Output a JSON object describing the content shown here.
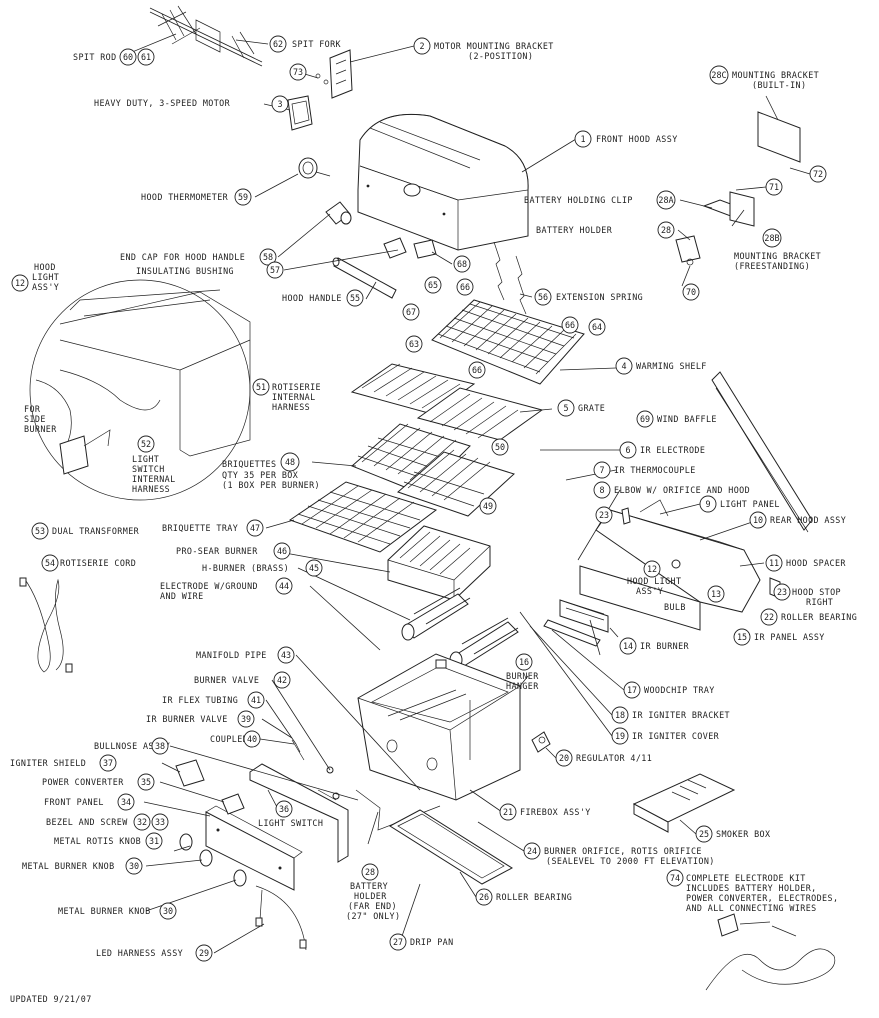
{
  "footer": {
    "updated": "UPDATED  9/21/07"
  },
  "callouts": [
    {
      "id": "spit-rod",
      "num": "60",
      "num2": "61",
      "label": "SPIT ROD"
    },
    {
      "id": "spit-fork",
      "num": "62",
      "label": "SPIT FORK"
    },
    {
      "id": "motor-mounting-bracket",
      "num": "2",
      "label": "MOTOR MOUNTING BRACKET",
      "label2": "(2-POSITION)"
    },
    {
      "id": "part-73",
      "num": "73"
    },
    {
      "id": "heavy-duty-motor",
      "num": "3",
      "label": "HEAVY DUTY, 3-SPEED MOTOR"
    },
    {
      "id": "front-hood-assy",
      "num": "1",
      "label": "FRONT HOOD ASSY"
    },
    {
      "id": "mounting-bracket-built-in",
      "num": "28C",
      "label": "MOUNTING BRACKET",
      "label2": "(BUILT-IN)"
    },
    {
      "id": "part-72",
      "num": "72"
    },
    {
      "id": "part-71",
      "num": "71"
    },
    {
      "id": "hood-thermometer",
      "num": "59",
      "label": "HOOD THERMOMETER"
    },
    {
      "id": "battery-holding-clip",
      "num": "28A",
      "label": "BATTERY HOLDING CLIP"
    },
    {
      "id": "battery-holder",
      "num": "28",
      "label": "BATTERY HOLDER"
    },
    {
      "id": "mounting-bracket-freestanding",
      "num": "28B",
      "label": "MOUNTING BRACKET",
      "label2": "(FREESTANDING)"
    },
    {
      "id": "part-70",
      "num": "70"
    },
    {
      "id": "end-cap-hood-handle",
      "num": "58",
      "label": "END CAP FOR HOOD HANDLE"
    },
    {
      "id": "part-68",
      "num": "68"
    },
    {
      "id": "insulating-bushing",
      "num": "57",
      "label": "INSULATING BUSHING"
    },
    {
      "id": "hood-light-assy",
      "num": "12",
      "label": "HOOD",
      "label2": "LIGHT",
      "label3": "ASS'Y"
    },
    {
      "id": "hood-handle",
      "num": "55",
      "label": "HOOD HANDLE"
    },
    {
      "id": "part-65",
      "num": "65"
    },
    {
      "id": "part-66a",
      "num": "66"
    },
    {
      "id": "extension-spring",
      "num": "56",
      "label": "EXTENSION SPRING"
    },
    {
      "id": "part-67",
      "num": "67"
    },
    {
      "id": "part-66b",
      "num": "66"
    },
    {
      "id": "part-64",
      "num": "64"
    },
    {
      "id": "part-63",
      "num": "63"
    },
    {
      "id": "part-66c",
      "num": "66"
    },
    {
      "id": "warming-shelf",
      "num": "4",
      "label": "WARMING SHELF"
    },
    {
      "id": "rotisserie-internal-harness",
      "num": "51",
      "label": "ROTISERIE",
      "label2": "INTERNAL",
      "label3": "HARNESS"
    },
    {
      "id": "wind-baffle",
      "num": "69",
      "label": "WIND BAFFLE"
    },
    {
      "id": "grate",
      "num": "5",
      "label": "GRATE"
    },
    {
      "id": "for-side-burner",
      "label": "FOR",
      "label2": "SIDE",
      "label3": "BURNER"
    },
    {
      "id": "light-switch-internal-harness",
      "num": "52",
      "label": "LIGHT",
      "label2": "SWITCH",
      "label3": "INTERNAL",
      "label4": "HARNESS"
    },
    {
      "id": "part-50",
      "num": "50"
    },
    {
      "id": "ir-electrode",
      "num": "6",
      "label": "IR ELECTRODE"
    },
    {
      "id": "briquettes",
      "num": "48",
      "label": "BRIQUETTES",
      "label2": "QTY 35 PER BOX",
      "label3": "(1 BOX PER BURNER)"
    },
    {
      "id": "ir-thermocouple",
      "num": "7",
      "label": "IR THERMOCOUPLE"
    },
    {
      "id": "elbow-orifice-hood",
      "num": "8",
      "label": "ELBOW W/ ORIFICE AND HOOD"
    },
    {
      "id": "part-49",
      "num": "49"
    },
    {
      "id": "light-panel",
      "num": "9",
      "label": "LIGHT PANEL"
    },
    {
      "id": "part-23a",
      "num": "23"
    },
    {
      "id": "dual-transformer",
      "num": "53",
      "label": "DUAL TRANSFORMER"
    },
    {
      "id": "briquette-tray",
      "num": "47",
      "label": "BRIQUETTE TRAY"
    },
    {
      "id": "rear-hood-assy",
      "num": "10",
      "label": "REAR HOOD ASSY"
    },
    {
      "id": "pro-sear-burner",
      "num": "46",
      "label": "PRO-SEAR BURNER"
    },
    {
      "id": "rotisserie-cord",
      "num": "54",
      "label": "ROTISERIE CORD"
    },
    {
      "id": "hood-spacer",
      "num": "11",
      "label": "HOOD SPACER"
    },
    {
      "id": "h-burner-brass",
      "num": "45",
      "label": "H-BURNER (BRASS)"
    },
    {
      "id": "hood-light-assy-2",
      "num": "12",
      "label": "HOOD LIGHT",
      "label2": "ASS'Y"
    },
    {
      "id": "hood-stop-right",
      "num": "23",
      "label": "HOOD STOP",
      "label2": "RIGHT"
    },
    {
      "id": "electrode-ground-wire",
      "num": "44",
      "label": "ELECTRODE W/GROUND",
      "label2": "AND WIRE"
    },
    {
      "id": "bulb",
      "num": "13",
      "label": "BULB"
    },
    {
      "id": "roller-bearing-22",
      "num": "22",
      "label": "ROLLER BEARING"
    },
    {
      "id": "ir-panel-assy",
      "num": "15",
      "label": "IR PANEL ASSY"
    },
    {
      "id": "ir-burner",
      "num": "14",
      "label": "IR BURNER"
    },
    {
      "id": "manifold-pipe",
      "num": "43",
      "label": "MANIFOLD PIPE"
    },
    {
      "id": "burner-hanger",
      "num": "16",
      "label": "BURNER",
      "label2": "HANGER"
    },
    {
      "id": "burner-valve",
      "num": "42",
      "label": "BURNER VALVE"
    },
    {
      "id": "woodchip-tray",
      "num": "17",
      "label": "WOODCHIP TRAY"
    },
    {
      "id": "ir-flex-tubing",
      "num": "41",
      "label": "IR FLEX TUBING"
    },
    {
      "id": "ir-igniter-bracket",
      "num": "18",
      "label": "IR IGNITER BRACKET"
    },
    {
      "id": "ir-burner-valve",
      "num": "39",
      "label": "IR BURNER VALVE"
    },
    {
      "id": "ir-igniter-cover",
      "num": "19",
      "label": "IR IGNITER COVER"
    },
    {
      "id": "coupler",
      "num": "40",
      "label": "COUPLER"
    },
    {
      "id": "regulator",
      "num": "20",
      "label": "REGULATOR 4/11"
    },
    {
      "id": "bullnose-assy",
      "num": "38",
      "label": "BULLNOSE ASS'Y"
    },
    {
      "id": "igniter-shield",
      "num": "37",
      "label": "IGNITER SHIELD"
    },
    {
      "id": "power-converter",
      "num": "35",
      "label": "POWER CONVERTER"
    },
    {
      "id": "firebox-assy",
      "num": "21",
      "label": "FIREBOX ASS'Y"
    },
    {
      "id": "front-panel",
      "num": "34",
      "label": "FRONT PANEL"
    },
    {
      "id": "light-switch",
      "num": "36",
      "label": "LIGHT SWITCH"
    },
    {
      "id": "smoker-box",
      "num": "25",
      "label": "SMOKER BOX"
    },
    {
      "id": "bezel-and-screw",
      "num": "32",
      "num2": "33",
      "label": "BEZEL AND SCREW"
    },
    {
      "id": "metal-rotis-knob",
      "num": "31",
      "label": "METAL ROTIS KNOB"
    },
    {
      "id": "burner-orifice-rotis",
      "num": "24",
      "label": "BURNER ORIFICE, ROTIS ORIFICE",
      "label2": "(SEALEVEL TO 2000 FT ELEVATION)"
    },
    {
      "id": "metal-burner-knob-1",
      "num": "30",
      "label": "METAL BURNER KNOB"
    },
    {
      "id": "battery-holder-far-end",
      "num": "28",
      "label": "BATTERY",
      "label2": "HOLDER",
      "label3": "(FAR END)",
      "label4": "(27\" ONLY)"
    },
    {
      "id": "complete-electrode-kit",
      "num": "74",
      "label": "COMPLETE ELECTRODE KIT",
      "label2": "INCLUDES BATTERY HOLDER,",
      "label3": "POWER CONVERTER, ELECTRODES,",
      "label4": "AND ALL CONNECTING WIRES"
    },
    {
      "id": "roller-bearing-26",
      "num": "26",
      "label": "ROLLER BEARING"
    },
    {
      "id": "metal-burner-knob-2",
      "num": "30",
      "label": "METAL BURNER KNOB"
    },
    {
      "id": "drip-pan",
      "num": "27",
      "label": "DRIP PAN"
    },
    {
      "id": "led-harness-assy",
      "num": "29",
      "label": "LED HARNESS ASSY"
    }
  ]
}
